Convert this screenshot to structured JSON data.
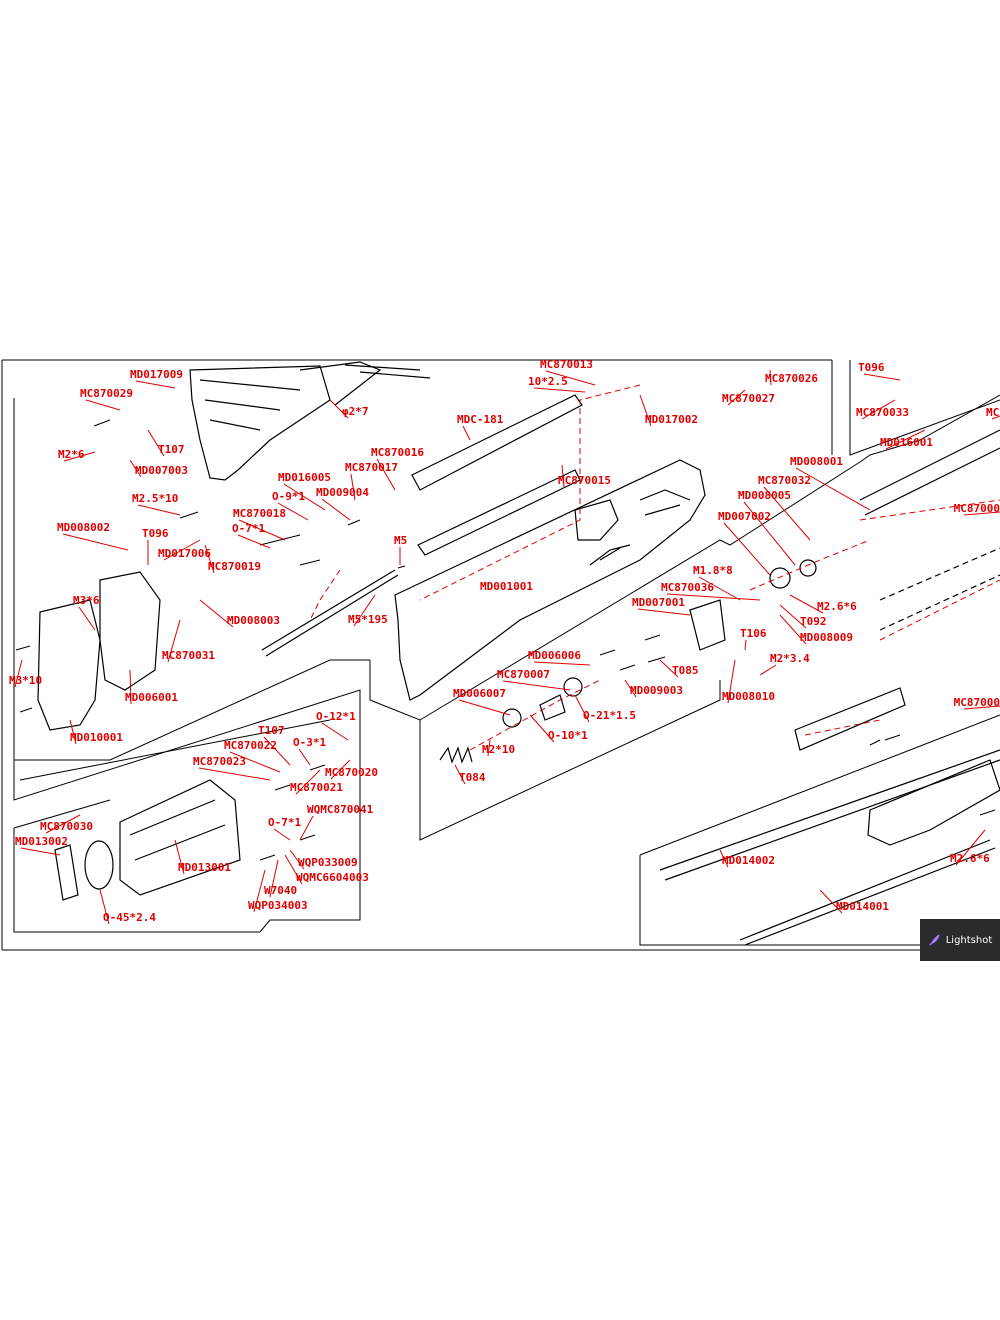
{
  "colors": {
    "label": "#e00000",
    "leader": "#e00000",
    "line": "#000000",
    "badge_bg": "#2b2b2b",
    "badge_text": "#ffffff"
  },
  "parts": {
    "MD017009": "MD017009",
    "MC870029": "MC870029",
    "M2x6_top": "M2*6",
    "T107_top": "T107",
    "MD007003": "MD007003",
    "M2_5x10": "M2.5*10",
    "MD008002": "MD008002",
    "T096_left": "T096",
    "MD017006": "MD017006",
    "MC870018": "MC870018",
    "O7x1_left": "O-7*1",
    "O9x1": "O-9*1",
    "MD016005": "MD016005",
    "MC870017": "MC870017",
    "MD009004": "MD009004",
    "MC870016": "MC870016",
    "MC870019": "MC870019",
    "MD008003": "MD008003",
    "MC870031": "MC870031",
    "M3x6": "M3*6",
    "MD006001": "MD006001",
    "M3x10": "M3*10",
    "MD010001": "MD010001",
    "M5": "M5",
    "M5x195": "M5*195",
    "phi2x7": "φ2*7",
    "MDC181": "MDC-181",
    "MC870013": "MC870013",
    "x10x2_5": "10*2.5",
    "MD017002": "MD017002",
    "MC870027": "MC870027",
    "MC870026": "MC870026",
    "MC870015": "MC870015",
    "MD001001": "MD001001",
    "T096_right": "T096",
    "MC870033": "MC870033",
    "MD016001": "MD016001",
    "MC87_right": "MC",
    "MD008001": "MD008001",
    "MC870032": "MC870032",
    "MD008005": "MD008005",
    "MC87000_right": "MC87000",
    "MD007002": "MD007002",
    "M1_8x8": "M1.8*8",
    "MC870036": "MC870036",
    "MD007001": "MD007001",
    "M2_6x6_mid": "M2.6*6",
    "T092": "T092",
    "MD008009": "MD008009",
    "T106": "T106",
    "M2x3_4": "M2*3.4",
    "MD006006": "MD006006",
    "MC870007": "MC870007",
    "T085": "T085",
    "MD009003": "MD009003",
    "MD008010": "MD008010",
    "MD006007": "MD006007",
    "O21x1_5": "O-21*1.5",
    "O10x1": "O-10*1",
    "M2x10": "M2*10",
    "T084": "T084",
    "MC87000_right2": "MC87000",
    "O12x1": "O-12*1",
    "T107_low": "T107",
    "O3x1": "O-3*1",
    "MC870022": "MC870022",
    "MC870023": "MC870023",
    "MC870020": "MC870020",
    "MC870021": "MC870021",
    "WQMC870041": "WQMC870041",
    "O7x1_low": "O-7*1",
    "WQP033009": "WQP033009",
    "WQMC6604003": "WQMC6604003",
    "W7040": "W7040",
    "WQP034003": "WQP034003",
    "MC870030": "MC870030",
    "MD013002": "MD013002",
    "MD013001": "MD013001",
    "O45x2_4": "O-45*2.4",
    "MD014002": "MD014002",
    "MD014001": "MD014001",
    "M2_6x6_low": "M2.6*6"
  },
  "badge": {
    "icon": "feather-icon",
    "label": "Lightshot"
  }
}
